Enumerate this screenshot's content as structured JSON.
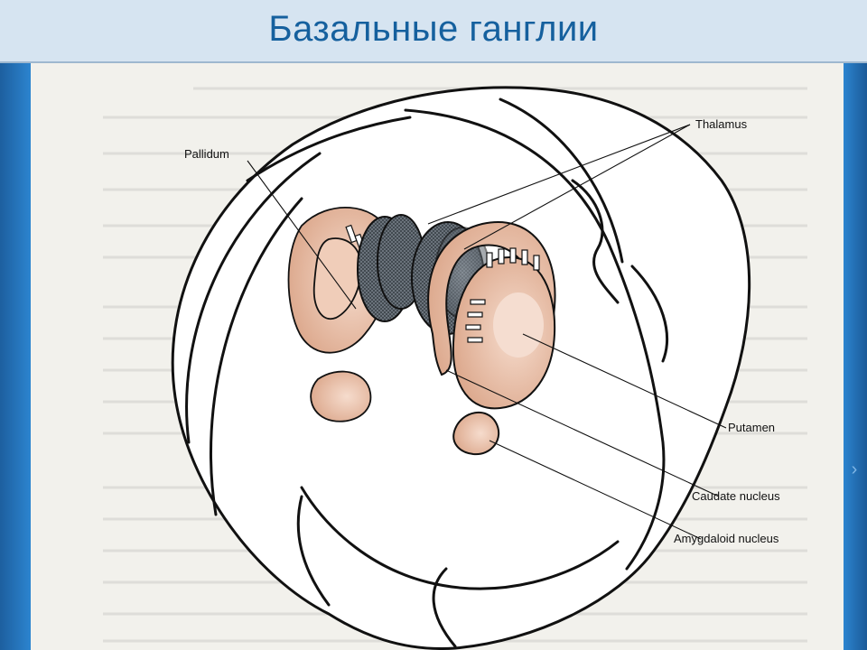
{
  "slide": {
    "title": "Базальные ганглии"
  },
  "figure": {
    "labels": {
      "thalamus": "Thalamus",
      "pallidum": "Pallidum",
      "putamen": "Putamen",
      "caudate": "Caudate nucleus",
      "amygdala": "Amygdaloid nucleus"
    }
  },
  "colors": {
    "frame": "#1f6fb8",
    "title_bar": "#d6e4f1",
    "title_text": "#15609e",
    "nucleus_fill": "#e7b8a1",
    "thalamus_fill": "#5d6670"
  }
}
